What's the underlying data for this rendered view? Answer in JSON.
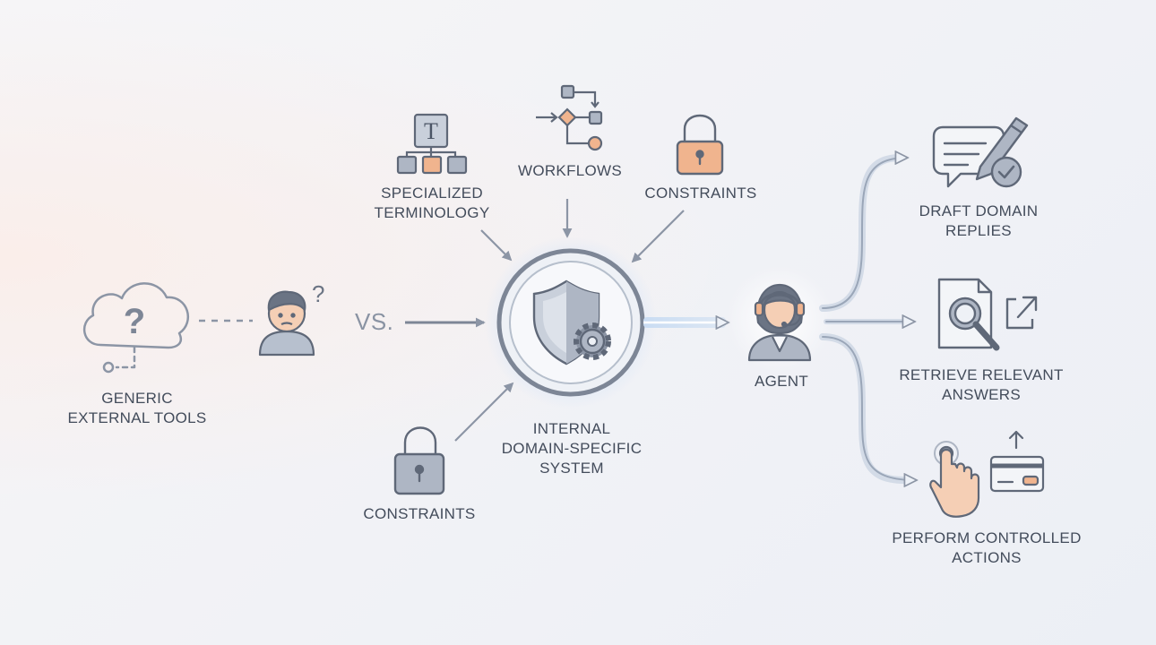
{
  "colors": {
    "stroke": "#6b7484",
    "fill_gray": "#aeb6c4",
    "fill_light": "#c9d0db",
    "accent_orange": "#f0b48e",
    "arrow": "#8c95a5",
    "glow_blue": "#cfe0f5"
  },
  "left": {
    "cloud_label": [
      "GENERIC",
      "EXTERNAL TOOLS"
    ],
    "cloud_icon": "cloud-question-icon",
    "person_icon": "confused-person-icon",
    "vs": "VS."
  },
  "inputs": {
    "terminology": [
      "SPECIALIZED",
      "TERMINOLOGY"
    ],
    "workflows": "WORKFLOWS",
    "constraints_top": "CONSTRAINTS",
    "constraints_bottom": "CONSTRAINTS"
  },
  "center": {
    "label": [
      "INTERNAL",
      "DOMAIN-SPECIFIC",
      "SYSTEM"
    ],
    "icon": "shield-gear-icon"
  },
  "agent": {
    "label": "AGENT",
    "icon": "headset-agent-icon"
  },
  "outputs": {
    "draft": [
      "DRAFT DOMAIN",
      "REPLIES"
    ],
    "retrieve": [
      "RETRIEVE RELEVANT",
      "ANSWERS"
    ],
    "perform": [
      "PERFORM CONTROLLED",
      "ACTIONS"
    ]
  }
}
